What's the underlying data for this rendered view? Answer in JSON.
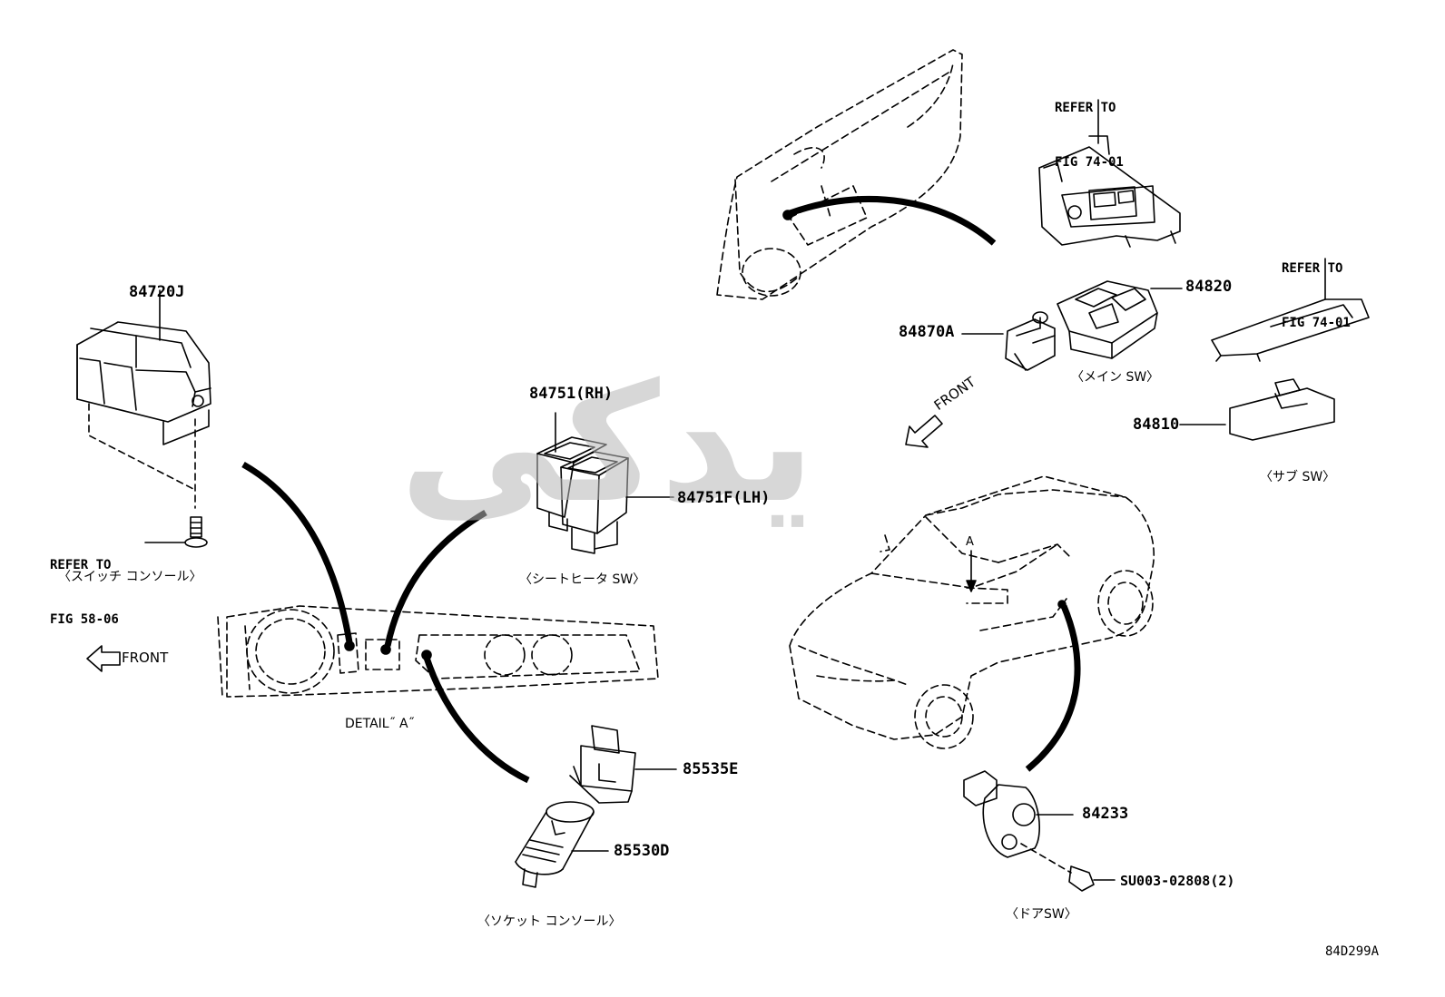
{
  "diagram_code": "84D299A",
  "watermark": "یدکی",
  "colors": {
    "line": "#000000",
    "watermark": "#b8b8b8",
    "background": "#ffffff"
  },
  "parts": [
    {
      "id": "84720J",
      "label": "84720J"
    },
    {
      "id": "84751-rh",
      "label": "84751(RH)"
    },
    {
      "id": "84751F-lh",
      "label": "84751F(LH)"
    },
    {
      "id": "84820",
      "label": "84820"
    },
    {
      "id": "84870A",
      "label": "84870A"
    },
    {
      "id": "84810",
      "label": "84810"
    },
    {
      "id": "85535E",
      "label": "85535E"
    },
    {
      "id": "85530D",
      "label": "85530D"
    },
    {
      "id": "84233",
      "label": "84233"
    },
    {
      "id": "SU003",
      "label": "SU003-02808(2)"
    }
  ],
  "refs": [
    {
      "id": "ref-fig-58-06",
      "line1": "REFER TO",
      "line2": "FIG 58-06"
    },
    {
      "id": "ref-fig-74-01-top",
      "line1": "REFER TO",
      "line2": "FIG 74-01"
    },
    {
      "id": "ref-fig-74-01-right",
      "line1": "REFER TO",
      "line2": "FIG 74-01"
    }
  ],
  "captions": {
    "switch_console": "〈スイッチ コンソール〉",
    "seat_heater_sw": "〈シートヒータ SW〉",
    "socket_console": "〈ソケット コンソール〉",
    "main_sw": "〈メイン SW〉",
    "sub_sw": "〈サブ SW〉",
    "door_sw": "〈ドアSW〉"
  },
  "markers": {
    "front_left": "FRONT",
    "front_right": "FRONT",
    "detail": "DETAIL˝ A˝",
    "view_a": "A"
  }
}
